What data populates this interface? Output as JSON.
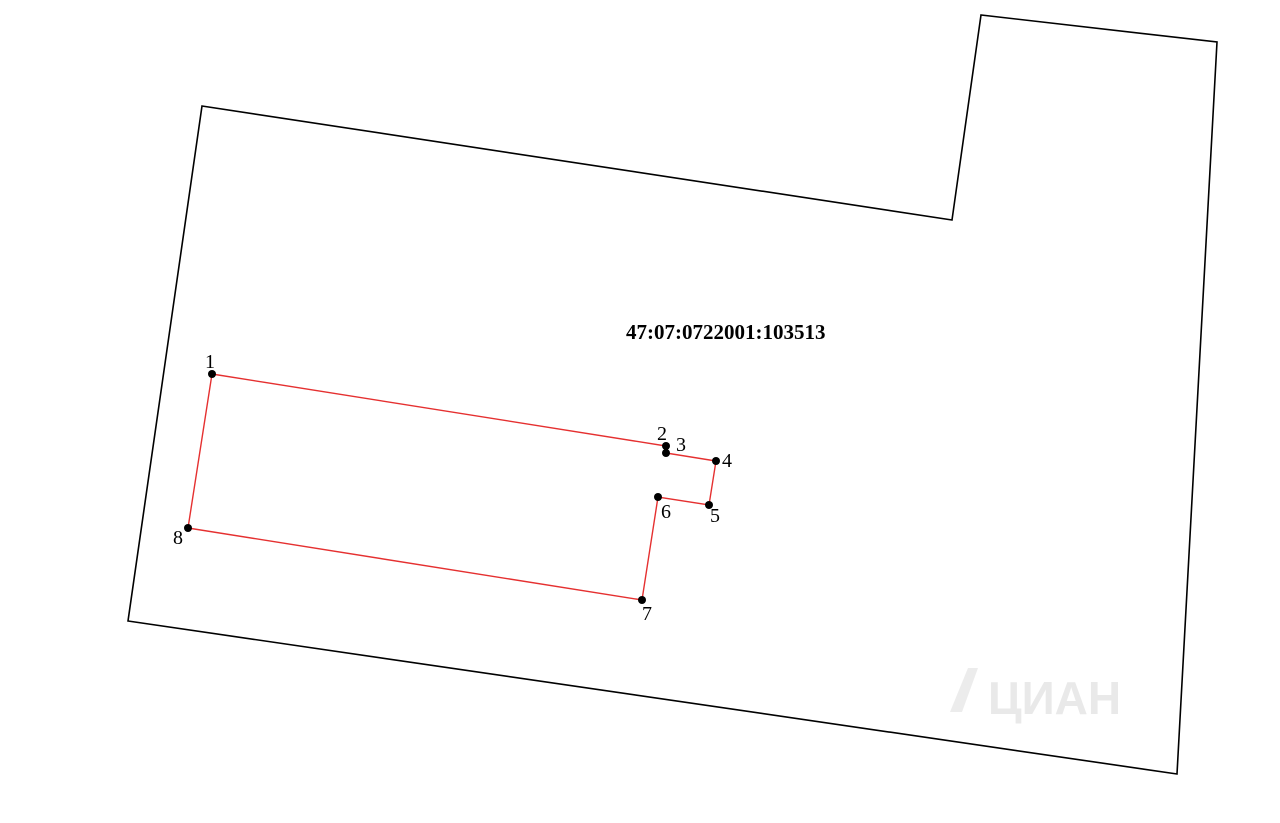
{
  "parcel": {
    "cadastral_number": "47:07:0722001:103513",
    "border_color": "#000000"
  },
  "building": {
    "outline_color": "#e53030",
    "vertex_color": "#000000",
    "points": [
      {
        "label": "1"
      },
      {
        "label": "2"
      },
      {
        "label": "3"
      },
      {
        "label": "4"
      },
      {
        "label": "5"
      },
      {
        "label": "6"
      },
      {
        "label": "7"
      },
      {
        "label": "8"
      }
    ]
  },
  "watermark": {
    "text": "ЦИАН"
  }
}
